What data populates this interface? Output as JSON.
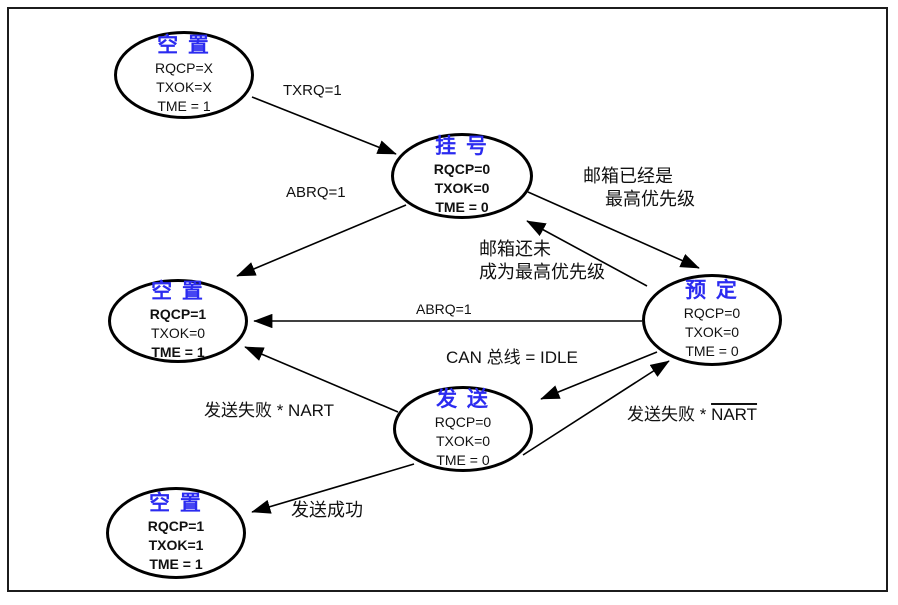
{
  "states": {
    "empty_top": {
      "title": "空 置",
      "values": [
        "RQCP=X",
        "TXOK=X",
        "TME = 1"
      ]
    },
    "pending": {
      "title": "挂 号",
      "values": [
        "RQCP=0",
        "TXOK=0",
        "TME = 0"
      ]
    },
    "scheduled": {
      "title": "预 定",
      "values": [
        "RQCP=0",
        "TXOK=0",
        "TME = 0"
      ]
    },
    "empty_mid": {
      "title": "空 置",
      "values": [
        "RQCP=1",
        "TXOK=0",
        "TME = 1"
      ]
    },
    "transmit": {
      "title": "发 送",
      "values": [
        "RQCP=0",
        "TXOK=0",
        "TME = 0"
      ]
    },
    "empty_bottom": {
      "title": "空 置",
      "values": [
        "RQCP=1",
        "TXOK=1",
        "TME = 1"
      ]
    }
  },
  "edges": {
    "txrq": {
      "label": "TXRQ=1"
    },
    "abrq_to_empty": {
      "label": "ABRQ=1"
    },
    "mailbox_highest": {
      "line1": "邮箱已经是",
      "line2": "最高优先级"
    },
    "mailbox_not_highest": {
      "line1": "邮箱还未",
      "line2": "成为最高优先级"
    },
    "abrq_from_scheduled": {
      "label": "ABRQ=1"
    },
    "can_idle": {
      "label": "CAN 总线 = IDLE"
    },
    "fail_nart": {
      "label": "发送失败 * NART"
    },
    "fail_not_nart": {
      "prefix": "发送失败 * ",
      "overline": "NART"
    },
    "success": {
      "label": "发送成功"
    }
  },
  "colors": {
    "state_title": "#2b2bf0",
    "stroke": "#000000",
    "background": "#ffffff"
  }
}
